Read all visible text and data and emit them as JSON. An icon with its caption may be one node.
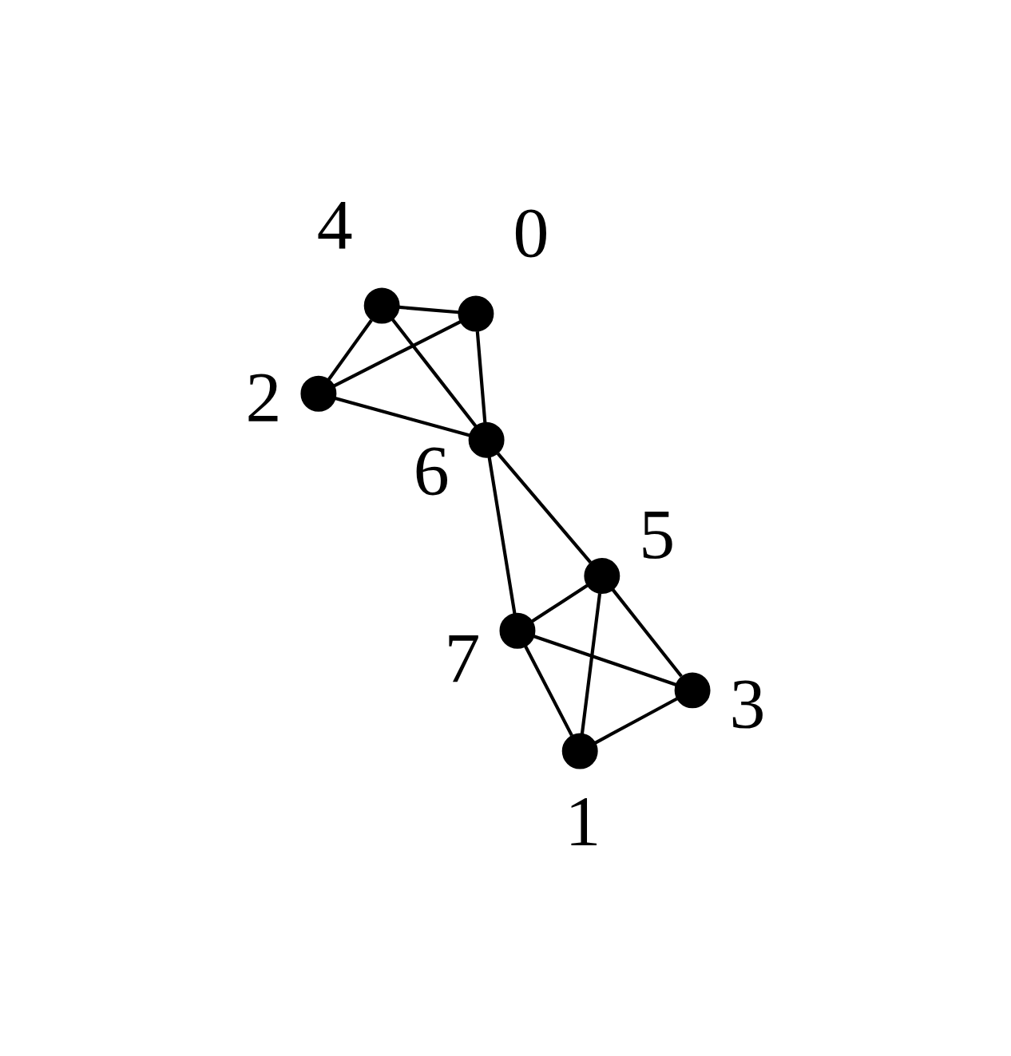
{
  "diagram": {
    "nodes": [
      {
        "text": [],
        "shape": "circle",
        "beside": [
          "2"
        ]
      },
      {
        "text": [],
        "shape": "circle",
        "beside": [
          "3"
        ]
      },
      {
        "text": [],
        "shape": "circle",
        "beside": [
          "1"
        ]
      },
      {
        "text": [],
        "shape": "circle",
        "beside": [
          "4"
        ]
      },
      {
        "text": [],
        "shape": "circle",
        "beside": [
          "0"
        ]
      },
      {
        "text": [],
        "shape": "circle",
        "beside": [
          "5"
        ]
      },
      {
        "text": [],
        "shape": "circle",
        "beside": [
          "7"
        ]
      },
      {
        "text": [],
        "shape": "circle",
        "beside": [
          "6"
        ]
      }
    ],
    "edges": [
      {
        "from": 0,
        "to": 3,
        "arrow": "none"
      },
      {
        "from": 0,
        "to": 7,
        "arrow": "none"
      },
      {
        "from": 0,
        "to": 4,
        "arrow": "none"
      },
      {
        "from": 1,
        "to": 2,
        "arrow": "none"
      },
      {
        "from": 1,
        "to": 5,
        "arrow": "none"
      },
      {
        "from": 1,
        "to": 6,
        "arrow": "none"
      },
      {
        "from": 2,
        "to": 5,
        "arrow": "none"
      },
      {
        "from": 2,
        "to": 6,
        "arrow": "none"
      },
      {
        "from": 3,
        "to": 4,
        "arrow": "none"
      },
      {
        "from": 3,
        "to": 7,
        "arrow": "none"
      },
      {
        "from": 4,
        "to": 7,
        "arrow": "none"
      },
      {
        "from": 5,
        "to": 6,
        "arrow": "none"
      },
      {
        "from": 5,
        "to": 7,
        "arrow": "none"
      },
      {
        "from": 6,
        "to": 7,
        "arrow": "none"
      }
    ]
  }
}
